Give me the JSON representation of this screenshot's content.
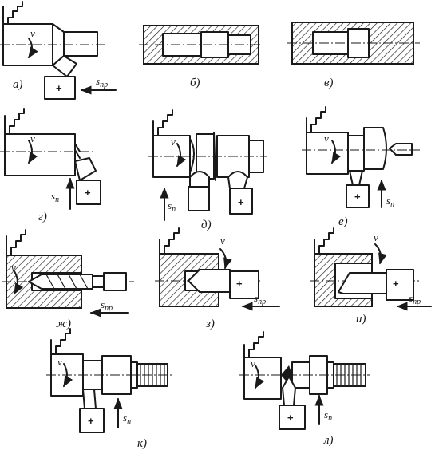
{
  "panels": [
    {
      "label": "а)",
      "rotation": "v",
      "feed": "s",
      "feed_sub": "пр",
      "tool_mark": "+"
    },
    {
      "label": "б)"
    },
    {
      "label": "в)"
    },
    {
      "label": "г)",
      "rotation": "v",
      "feed": "s",
      "feed_sub": "п",
      "tool_mark": "+"
    },
    {
      "label": "д)",
      "rotation": "v",
      "feed": "s",
      "feed_sub": "п",
      "tool_mark": "+"
    },
    {
      "label": "е)",
      "rotation": "v",
      "feed": "s",
      "feed_sub": "п",
      "tool_mark": "+"
    },
    {
      "label": "ж)",
      "rotation": "v",
      "feed": "s",
      "feed_sub": "пр"
    },
    {
      "label": "з)",
      "rotation": "v",
      "feed": "s",
      "feed_sub": "пр",
      "tool_mark": "+"
    },
    {
      "label": "и)",
      "rotation": "v",
      "feed": "s",
      "feed_sub": "пр",
      "tool_mark": "+"
    },
    {
      "label": "к)",
      "rotation": "v",
      "feed": "s",
      "feed_sub": "п",
      "tool_mark": "+"
    },
    {
      "label": "л)",
      "rotation": "v",
      "feed": "s",
      "feed_sub": "п",
      "tool_mark": "+"
    }
  ]
}
